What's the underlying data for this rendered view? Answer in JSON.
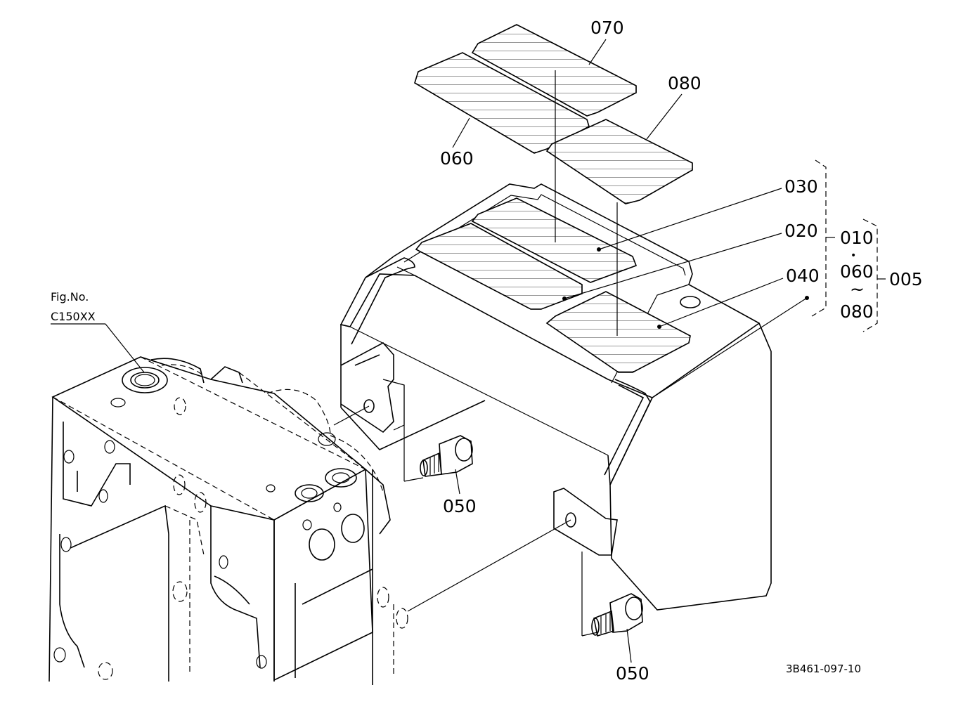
{
  "figure": {
    "fig_no_title": "Fig.No.",
    "fig_no_code": "C150XX",
    "drawing_number": "3B461-097-10"
  },
  "callouts": {
    "p070": "070",
    "p080": "080",
    "p060": "060",
    "p030": "030",
    "p020": "020",
    "p040": "040",
    "p050a": "050",
    "p050b": "050"
  },
  "assembly_bracket": {
    "kit_010": "010",
    "dot": "•",
    "kit_060": "060",
    "tilde": "~",
    "kit_080": "080",
    "assembly_005": "005"
  }
}
